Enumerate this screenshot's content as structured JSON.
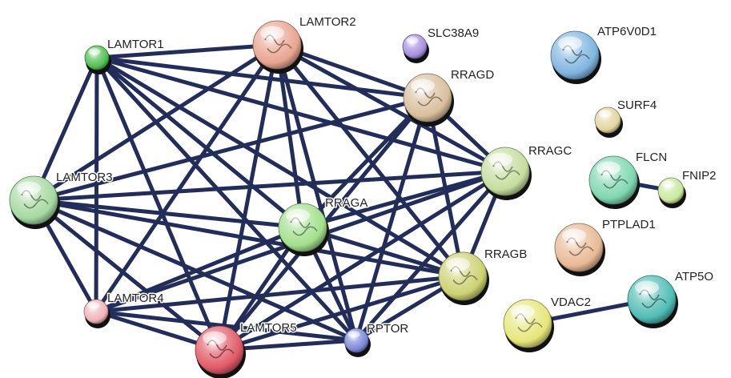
{
  "edge_color": "#222d5a",
  "nodes": [
    {
      "id": "LAMTOR1",
      "label": "LAMTOR1",
      "color": "#4fbf4f",
      "icon": "node-sphere-small"
    },
    {
      "id": "LAMTOR2",
      "label": "LAMTOR2",
      "color": "#e8a48f",
      "icon": "protein-structure"
    },
    {
      "id": "SLC38A9",
      "label": "SLC38A9",
      "color": "#a58fe0",
      "icon": "node-sphere-small"
    },
    {
      "id": "ATP6V0D1",
      "label": "ATP6V0D1",
      "color": "#7fb5df",
      "icon": "protein-structure"
    },
    {
      "id": "RRAGD",
      "label": "RRAGD",
      "color": "#d9bf9c",
      "icon": "protein-structure"
    },
    {
      "id": "SURF4",
      "label": "SURF4",
      "color": "#e2d59e",
      "icon": "node-sphere-small"
    },
    {
      "id": "RRAGC",
      "label": "RRAGC",
      "color": "#c5dd9e",
      "icon": "protein-structure"
    },
    {
      "id": "FLCN",
      "label": "FLCN",
      "color": "#7ed7b0",
      "icon": "protein-structure"
    },
    {
      "id": "FNIP2",
      "label": "FNIP2",
      "color": "#c8e89a",
      "icon": "node-sphere-small"
    },
    {
      "id": "LAMTOR3",
      "label": "LAMTOR3",
      "color": "#a5d9a0",
      "icon": "protein-structure"
    },
    {
      "id": "RRAGA",
      "label": "RRAGA",
      "color": "#a2df8c",
      "icon": "protein-structure"
    },
    {
      "id": "PTPLAD1",
      "label": "PTPLAD1",
      "color": "#e8b995",
      "icon": "protein-structure"
    },
    {
      "id": "RRAGB",
      "label": "RRAGB",
      "color": "#ccd170",
      "icon": "protein-structure"
    },
    {
      "id": "ATP5O",
      "label": "ATP5O",
      "color": "#4fbdb4",
      "icon": "protein-structure"
    },
    {
      "id": "LAMTOR4",
      "label": "LAMTOR4",
      "color": "#f0b3b8",
      "icon": "node-sphere-small"
    },
    {
      "id": "VDAC2",
      "label": "VDAC2",
      "color": "#e6e67a",
      "icon": "protein-structure"
    },
    {
      "id": "LAMTOR5",
      "label": "LAMTOR5",
      "color": "#e05a67",
      "icon": "protein-structure"
    },
    {
      "id": "RPTOR",
      "label": "RPTOR",
      "color": "#7c88d8",
      "icon": "node-sphere-small"
    }
  ],
  "edges": [
    [
      "LAMTOR1",
      "LAMTOR2"
    ],
    [
      "LAMTOR1",
      "LAMTOR3"
    ],
    [
      "LAMTOR1",
      "LAMTOR4"
    ],
    [
      "LAMTOR1",
      "LAMTOR5"
    ],
    [
      "LAMTOR1",
      "RRAGA"
    ],
    [
      "LAMTOR1",
      "RRAGB"
    ],
    [
      "LAMTOR1",
      "RRAGC"
    ],
    [
      "LAMTOR1",
      "RRAGD"
    ],
    [
      "LAMTOR1",
      "RPTOR"
    ],
    [
      "LAMTOR2",
      "LAMTOR3"
    ],
    [
      "LAMTOR2",
      "LAMTOR4"
    ],
    [
      "LAMTOR2",
      "LAMTOR5"
    ],
    [
      "LAMTOR2",
      "RRAGA"
    ],
    [
      "LAMTOR2",
      "RRAGB"
    ],
    [
      "LAMTOR2",
      "RRAGC"
    ],
    [
      "LAMTOR2",
      "RRAGD"
    ],
    [
      "LAMTOR2",
      "RPTOR"
    ],
    [
      "LAMTOR3",
      "LAMTOR4"
    ],
    [
      "LAMTOR3",
      "LAMTOR5"
    ],
    [
      "LAMTOR3",
      "RRAGA"
    ],
    [
      "LAMTOR3",
      "RRAGB"
    ],
    [
      "LAMTOR3",
      "RRAGC"
    ],
    [
      "LAMTOR3",
      "RRAGD"
    ],
    [
      "LAMTOR3",
      "RPTOR"
    ],
    [
      "LAMTOR4",
      "LAMTOR5"
    ],
    [
      "LAMTOR4",
      "RRAGA"
    ],
    [
      "LAMTOR4",
      "RRAGB"
    ],
    [
      "LAMTOR4",
      "RRAGC"
    ],
    [
      "LAMTOR4",
      "RPTOR"
    ],
    [
      "LAMTOR5",
      "RRAGA"
    ],
    [
      "LAMTOR5",
      "RRAGB"
    ],
    [
      "LAMTOR5",
      "RRAGC"
    ],
    [
      "LAMTOR5",
      "RRAGD"
    ],
    [
      "LAMTOR5",
      "RPTOR"
    ],
    [
      "RRAGA",
      "RRAGB"
    ],
    [
      "RRAGA",
      "RRAGC"
    ],
    [
      "RRAGA",
      "RRAGD"
    ],
    [
      "RRAGA",
      "RPTOR"
    ],
    [
      "RRAGB",
      "RRAGC"
    ],
    [
      "RRAGB",
      "RRAGD"
    ],
    [
      "RRAGB",
      "RPTOR"
    ],
    [
      "RRAGC",
      "RRAGD"
    ],
    [
      "RRAGC",
      "RPTOR"
    ],
    [
      "RRAGD",
      "RPTOR"
    ],
    [
      "FLCN",
      "FNIP2"
    ],
    [
      "VDAC2",
      "ATP5O"
    ]
  ]
}
